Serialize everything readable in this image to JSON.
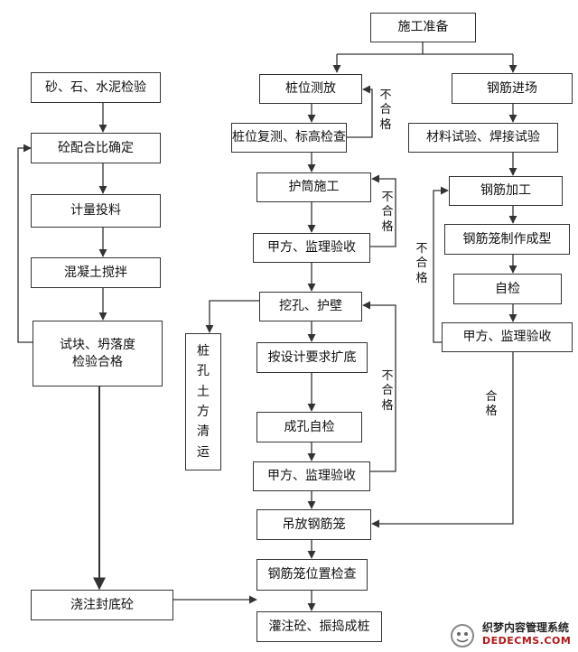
{
  "nodes": {
    "prep": "施工准备",
    "pile_survey": "桩位测放",
    "pile_recheck": "桩位复测、标高检查",
    "casing": "护筒施工",
    "accept1": "甲方、监理验收",
    "dig": "挖孔、护壁",
    "bottom": "按设计要求扩底",
    "hole_check": "成孔自检",
    "accept2": "甲方、监理验收",
    "hang": "吊放钢筋笼",
    "cage_check": "钢筋笼位置检查",
    "pour": "灌注砼、振捣成桩",
    "earth": "桩\n孔\n土\n方\n清\n运",
    "materials": "砂、石、水泥检验",
    "mix": "砼配合比确定",
    "dose": "计量投料",
    "stir": "混凝土搅拌",
    "sample": "试块、坍落度\n检验合格",
    "bottom_pour": "浇注封底砼",
    "steel_in": "钢筋进场",
    "steel_test": "材料试验、焊接试验",
    "steel_proc": "钢筋加工",
    "cage_make": "钢筋笼制作成型",
    "self_check": "自检",
    "accept3": "甲方、监理验收"
  },
  "labels": {
    "fail1": "不\n合\n格",
    "fail2": "不\n合\n格",
    "fail3": "不\n合\n格",
    "fail4": "不\n合\n格",
    "pass": "合\n格"
  },
  "watermark": {
    "line1": "织梦内容管理系统",
    "line2": "DEDECMS.COM"
  }
}
